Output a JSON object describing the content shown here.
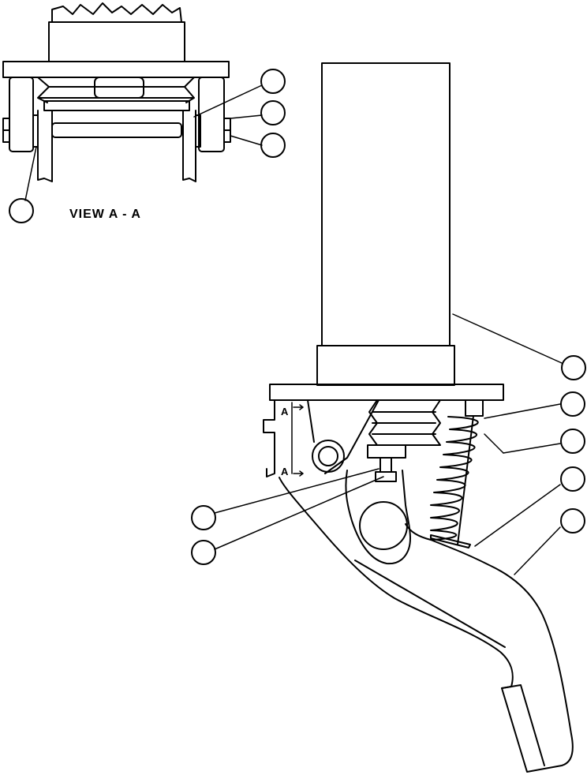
{
  "view_title": "VIEW A - A",
  "section_marker_top": "A",
  "section_marker_bottom": "A",
  "callouts": [
    "",
    "",
    "",
    "",
    "",
    "",
    "",
    "",
    "",
    "",
    "",
    ""
  ],
  "colors": {
    "line": "#000000",
    "background": "#ffffff"
  }
}
